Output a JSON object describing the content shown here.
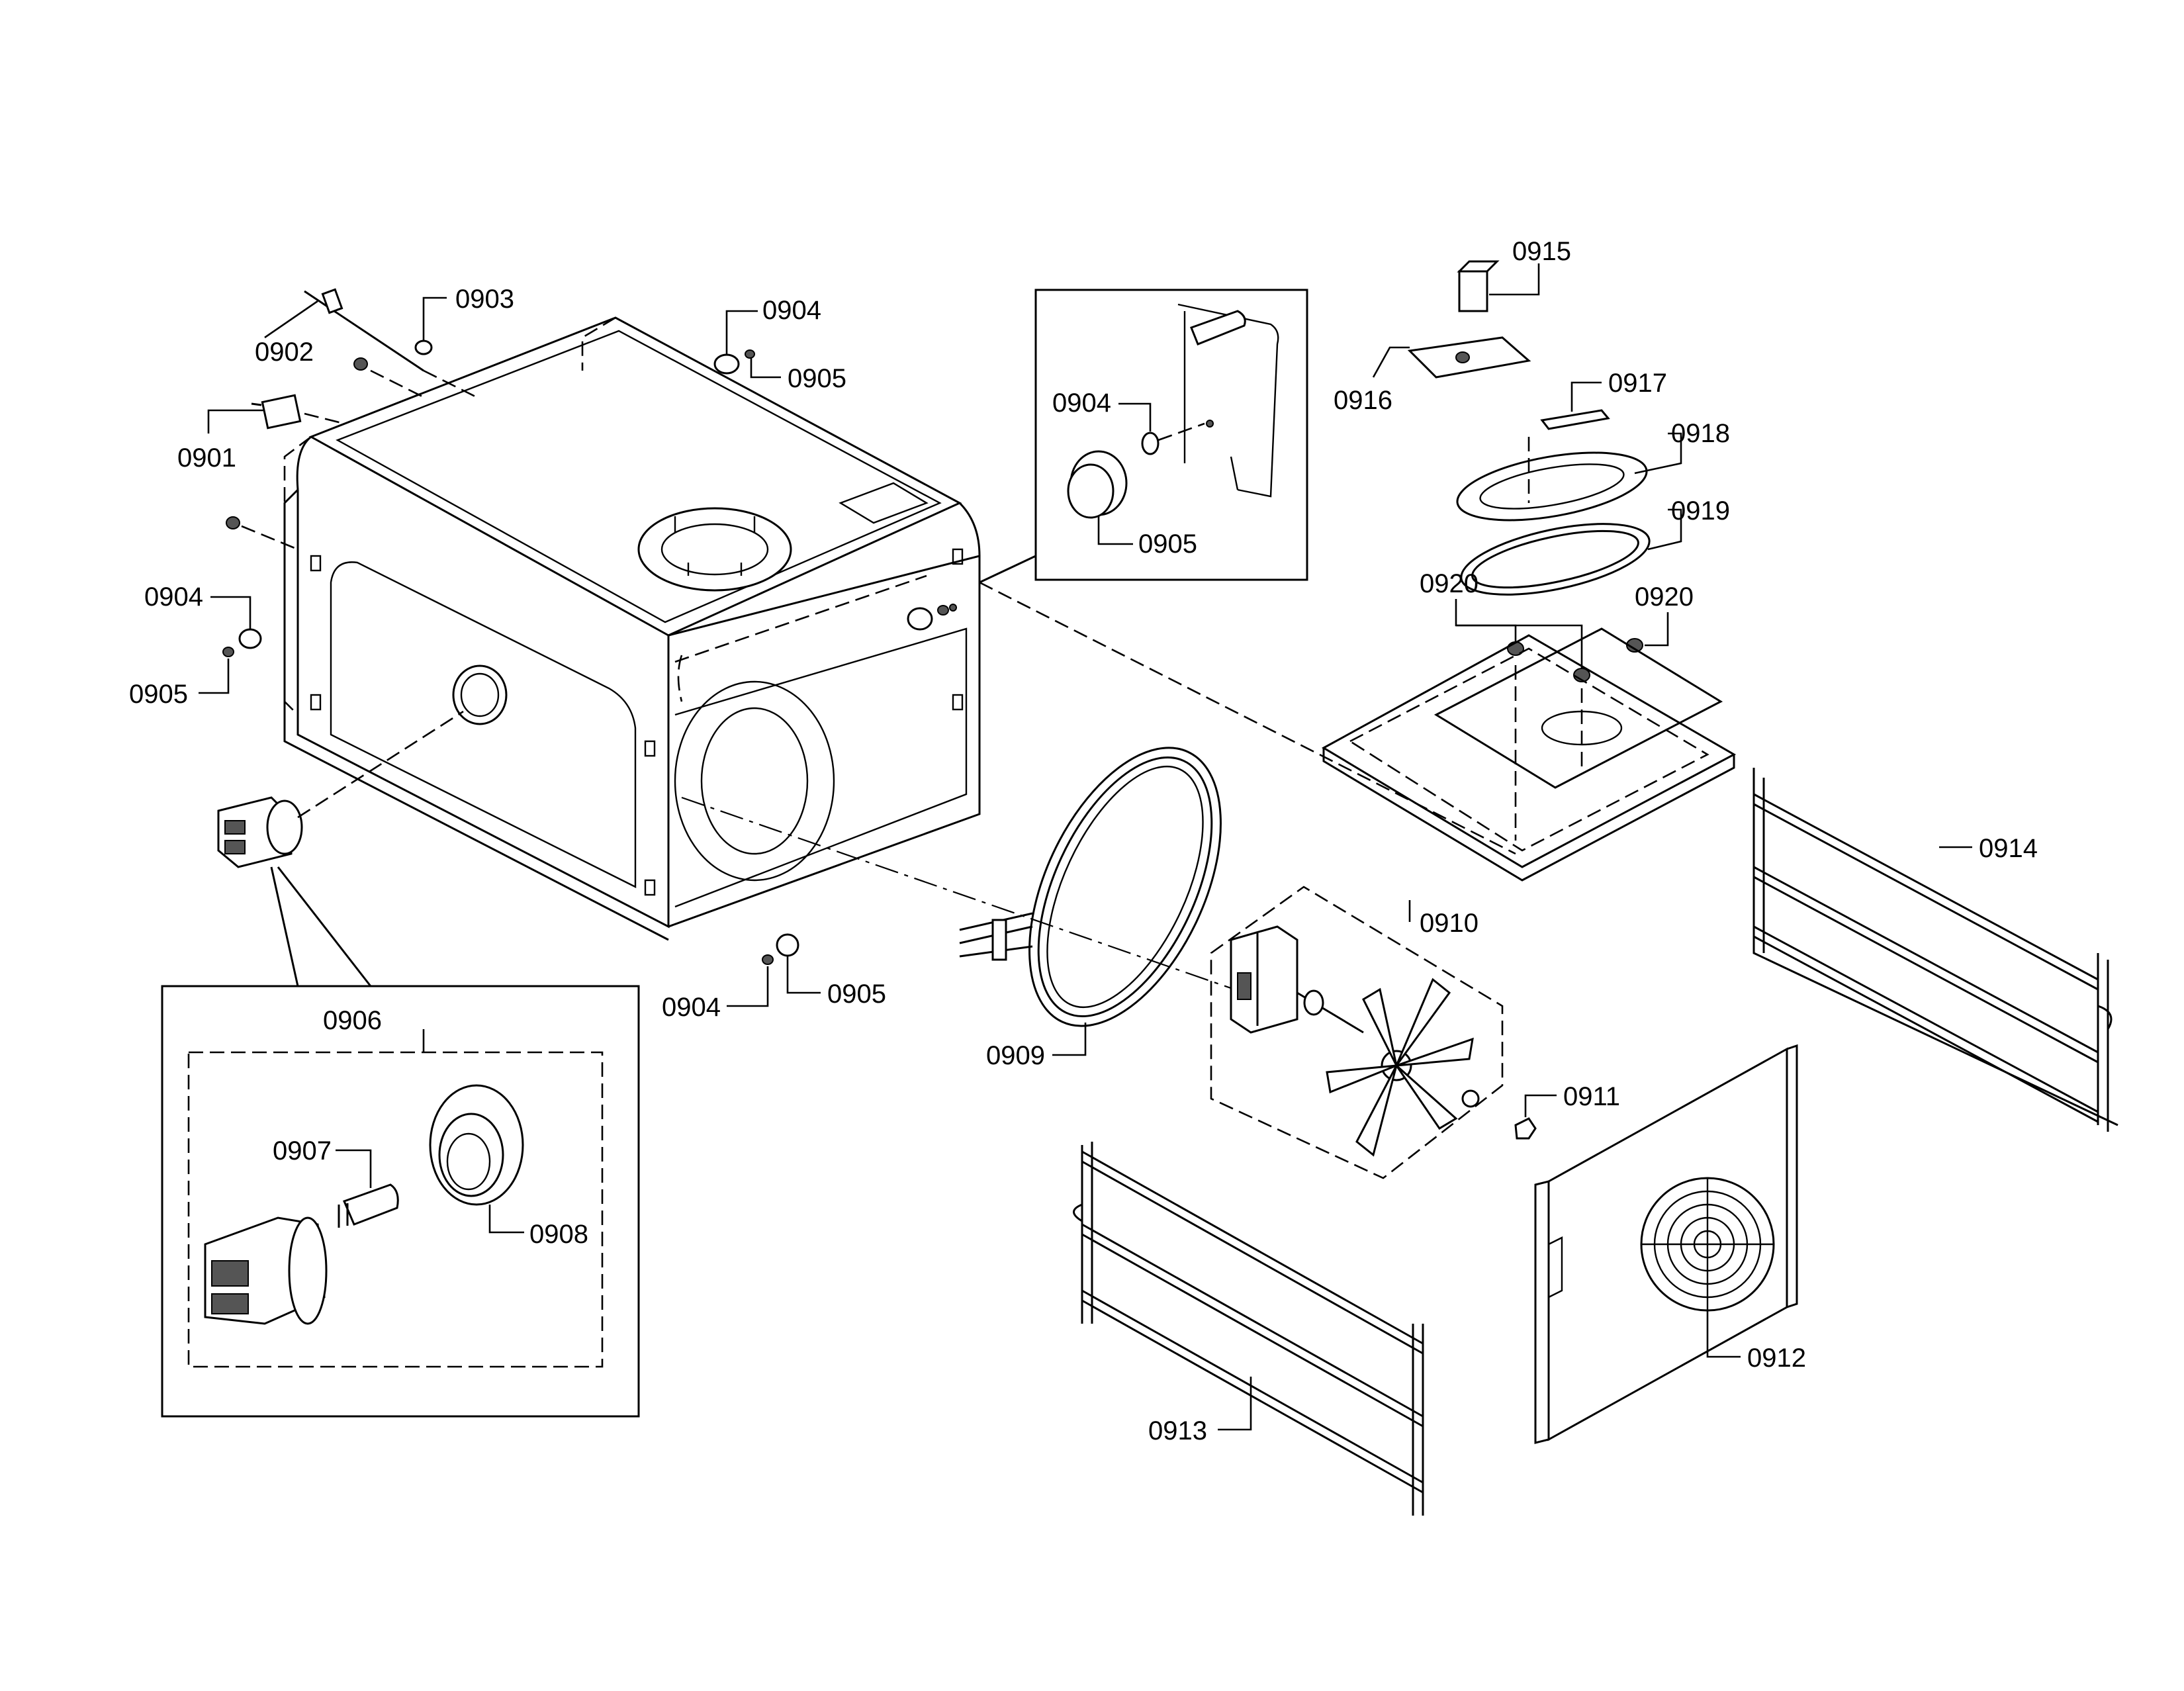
{
  "callouts": [
    {
      "id": "c0901",
      "text": "0901"
    },
    {
      "id": "c0902",
      "text": "0902"
    },
    {
      "id": "c0903",
      "text": "0903"
    },
    {
      "id": "c0904a",
      "text": "0904"
    },
    {
      "id": "c0905a",
      "text": "0905"
    },
    {
      "id": "c0904b",
      "text": "0904"
    },
    {
      "id": "c0905b",
      "text": "0905"
    },
    {
      "id": "c0904c",
      "text": "0904"
    },
    {
      "id": "c0905c",
      "text": "0905"
    },
    {
      "id": "c0904d",
      "text": "0904"
    },
    {
      "id": "c0905d",
      "text": "0905"
    },
    {
      "id": "c0906",
      "text": "0906"
    },
    {
      "id": "c0907",
      "text": "0907"
    },
    {
      "id": "c0908",
      "text": "0908"
    },
    {
      "id": "c0909",
      "text": "0909"
    },
    {
      "id": "c0910",
      "text": "0910"
    },
    {
      "id": "c0911",
      "text": "0911"
    },
    {
      "id": "c0912",
      "text": "0912"
    },
    {
      "id": "c0913",
      "text": "0913"
    },
    {
      "id": "c0914",
      "text": "0914"
    },
    {
      "id": "c0915",
      "text": "0915"
    },
    {
      "id": "c0916",
      "text": "0916"
    },
    {
      "id": "c0917",
      "text": "0917"
    },
    {
      "id": "c0918",
      "text": "0918"
    },
    {
      "id": "c0919",
      "text": "0919"
    },
    {
      "id": "c0920a",
      "text": "0920"
    },
    {
      "id": "c0920b",
      "text": "0920"
    }
  ]
}
